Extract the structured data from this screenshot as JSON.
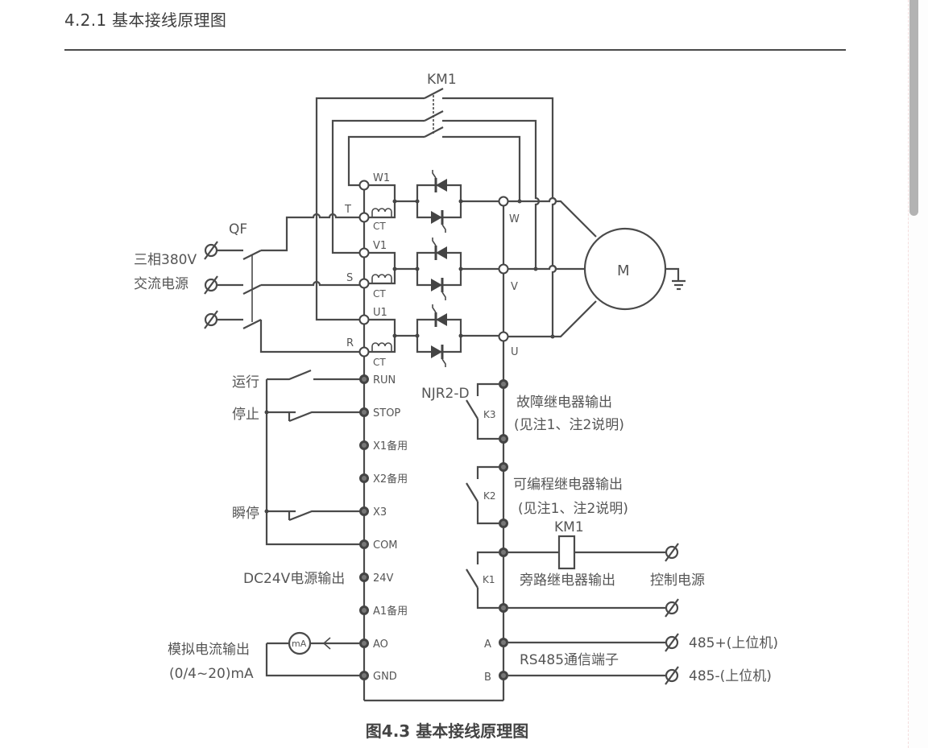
{
  "page": {
    "section_title": "4.2.1 基本接线原理图",
    "caption": "图4.3 基本接线原理图"
  },
  "diagram": {
    "contactor_main": "KM1",
    "breaker": "QF",
    "supply_label_line1": "三相380V",
    "supply_label_line2": "交流电源",
    "motor_label": "M",
    "controller_model": "NJR2-D",
    "phase_labels": {
      "T": "T",
      "S": "S",
      "R": "R"
    },
    "bypass_labels": {
      "W1": "W1",
      "V1": "V1",
      "U1": "U1"
    },
    "ct_label": "CT",
    "output_labels": {
      "W": "W",
      "V": "V",
      "U": "U"
    },
    "control_terminals": [
      {
        "id": "RUN",
        "label": "RUN"
      },
      {
        "id": "STOP",
        "label": "STOP"
      },
      {
        "id": "X1",
        "label": "X1备用"
      },
      {
        "id": "X2",
        "label": "X2备用"
      },
      {
        "id": "X3",
        "label": "X3"
      },
      {
        "id": "COM",
        "label": "COM"
      },
      {
        "id": "24V",
        "label": "24V"
      },
      {
        "id": "A1",
        "label": "A1备用"
      },
      {
        "id": "AO",
        "label": "AO"
      },
      {
        "id": "GND",
        "label": "GND"
      }
    ],
    "control_inputs": {
      "run": "运行",
      "stop": "停止",
      "instant_stop": "瞬停"
    },
    "dc24v_label": "DC24V电源输出",
    "analog_out_line1": "模拟电流输出",
    "analog_out_line2": "(0/4~20)mA",
    "ammeter_label": "mA",
    "relays": {
      "k3": {
        "name": "K3",
        "line1": "故障继电器输出",
        "line2": "(见注1、注2说明)"
      },
      "k2": {
        "name": "K2",
        "line1": "可编程继电器输出",
        "line2": "(见注1、注2说明)"
      },
      "k1": {
        "name": "K1",
        "line1": "旁路继电器输出"
      }
    },
    "coil_label": "KM1",
    "control_power": "控制电源",
    "rs485": {
      "a_label": "A",
      "b_label": "B",
      "title": "RS485通信端子",
      "plus": "485+(上位机)",
      "minus": "485-(上位机)"
    }
  }
}
